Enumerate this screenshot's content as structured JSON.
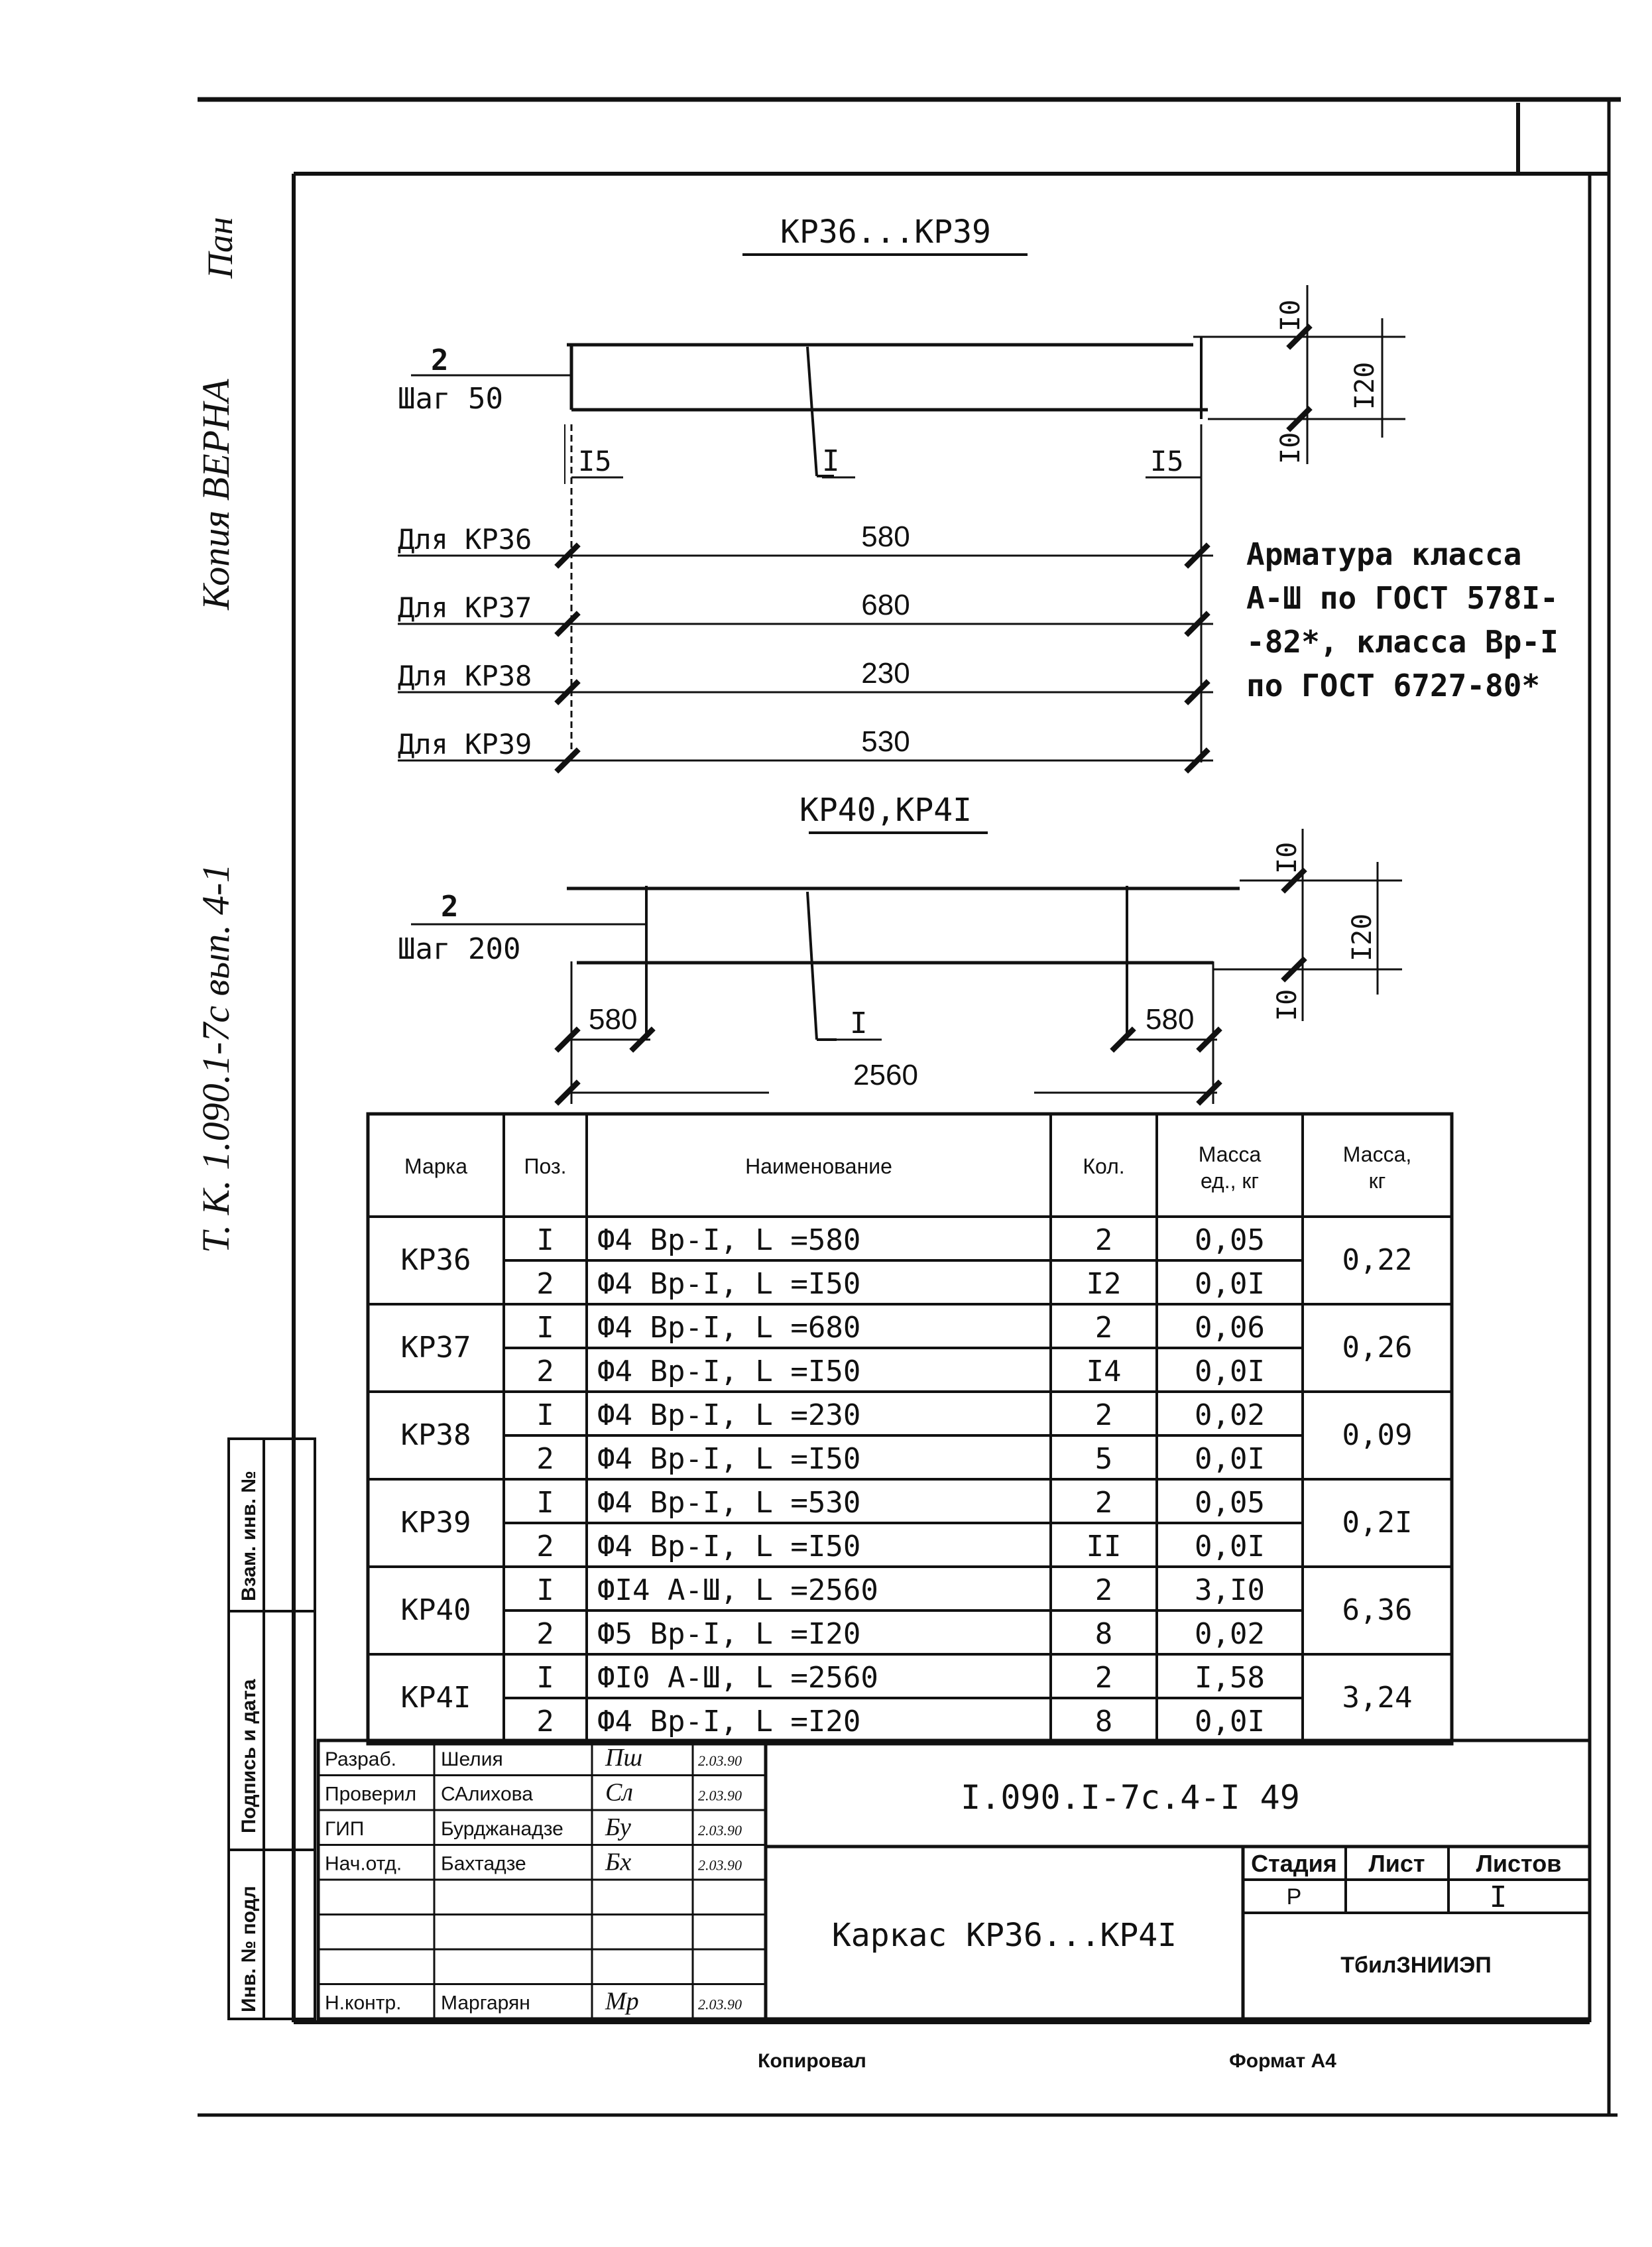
{
  "margin": {
    "copy_stamp": "Копия ВЕРНА",
    "series_ref": "Т. К. 1.090.1-7с вып. 4-1",
    "sig_glyph": "Пан"
  },
  "frame_side": {
    "row1": "Взам. инв. №",
    "row2": "Подпись и дата",
    "row3": "Инв. № подл"
  },
  "drawing1": {
    "title": "КР36...КР39",
    "pos2": "2",
    "step": "Шаг 50",
    "pos1": "I",
    "left_offset": "I5",
    "right_offset": "I5",
    "dim_top": "I0",
    "dim_total": "I20",
    "dim_bottom": "I0",
    "lengths": [
      {
        "label": "Для КР36",
        "value": "580"
      },
      {
        "label": "Для КР37",
        "value": "680"
      },
      {
        "label": "Для КР38",
        "value": "230"
      },
      {
        "label": "Для КР39",
        "value": "530"
      }
    ],
    "note": [
      "Арматура класса",
      "А-Ш по ГОСТ 578I-",
      "-82*, класса Вр-I",
      "по ГОСТ 6727-80*"
    ]
  },
  "drawing2": {
    "title": "КР40,КР4I",
    "pos2": "2",
    "step": "Шаг 200",
    "pos1": "I",
    "left_dim": "580",
    "right_dim": "580",
    "total": "2560",
    "dim_top": "I0",
    "dim_total": "I20",
    "dim_bottom": "I0"
  },
  "spec_table": {
    "headers": [
      "Марка",
      "Поз.",
      "Наименование",
      "Кол.",
      "Масса ед., кг",
      "Масса, кг"
    ],
    "groups": [
      {
        "mark": "КР36",
        "total": "0,22",
        "rows": [
          {
            "pos": "I",
            "name": "Ф4 Вр-I,  L =580",
            "qty": "2",
            "unit": "0,05"
          },
          {
            "pos": "2",
            "name": "Ф4 Вр-I,  L =I50",
            "qty": "I2",
            "unit": "0,0I"
          }
        ]
      },
      {
        "mark": "КР37",
        "total": "0,26",
        "rows": [
          {
            "pos": "I",
            "name": "Ф4 Вр-I,  L =680",
            "qty": "2",
            "unit": "0,06"
          },
          {
            "pos": "2",
            "name": "Ф4 Вр-I,  L =I50",
            "qty": "I4",
            "unit": "0,0I"
          }
        ]
      },
      {
        "mark": "КР38",
        "total": "0,09",
        "rows": [
          {
            "pos": "I",
            "name": "Ф4 Вр-I,  L =230",
            "qty": "2",
            "unit": "0,02"
          },
          {
            "pos": "2",
            "name": "Ф4 Вр-I,  L =I50",
            "qty": "5",
            "unit": "0,0I"
          }
        ]
      },
      {
        "mark": "КР39",
        "total": "0,2I",
        "rows": [
          {
            "pos": "I",
            "name": "Ф4 Вр-I,  L =530",
            "qty": "2",
            "unit": "0,05"
          },
          {
            "pos": "2",
            "name": "Ф4 Вр-I,  L =I50",
            "qty": "II",
            "unit": "0,0I"
          }
        ]
      },
      {
        "mark": "КР40",
        "total": "6,36",
        "rows": [
          {
            "pos": "I",
            "name": "ФI4 А-Ш,  L =2560",
            "qty": "2",
            "unit": "3,I0"
          },
          {
            "pos": "2",
            "name": "Ф5 Вр-I,  L =I20",
            "qty": "8",
            "unit": "0,02"
          }
        ]
      },
      {
        "mark": "КР4I",
        "total": "3,24",
        "rows": [
          {
            "pos": "I",
            "name": "ФI0 А-Ш,  L =2560",
            "qty": "2",
            "unit": "I,58"
          },
          {
            "pos": "2",
            "name": "Ф4 Вр-I,  L =I20",
            "qty": "8",
            "unit": "0,0I"
          }
        ]
      }
    ]
  },
  "title_block": {
    "staff": [
      {
        "role": "Разраб.",
        "name": "Шелия",
        "sig": "Пш",
        "date": "2.03.90"
      },
      {
        "role": "Проверил",
        "name": "САлихова",
        "sig": "Сл",
        "date": "2.03.90"
      },
      {
        "role": "ГИП",
        "name": "Бурджанадзе",
        "sig": "Бу",
        "date": "2.03.90"
      },
      {
        "role": "Нач.отд.",
        "name": "Бахтадзе",
        "sig": "Бх",
        "date": "2.03.90"
      },
      {
        "role": "",
        "name": "",
        "sig": "",
        "date": ""
      },
      {
        "role": "",
        "name": "",
        "sig": "",
        "date": ""
      },
      {
        "role": "",
        "name": "",
        "sig": "",
        "date": ""
      },
      {
        "role": "Н.контр.",
        "name": "Маргарян",
        "sig": "Мр",
        "date": "2.03.90"
      }
    ],
    "designation": "I.090.I-7с.4-I 49",
    "name": "Каркас КР36...КР4I",
    "stage_label": "Стадия",
    "sheet_label": "Лист",
    "sheets_label": "Листов",
    "stage": "Р",
    "sheet": "",
    "sheets": "I",
    "org": "ТбилЗНИИЭП"
  },
  "footer": {
    "copied": "Копировал",
    "format": "Формат А4"
  }
}
